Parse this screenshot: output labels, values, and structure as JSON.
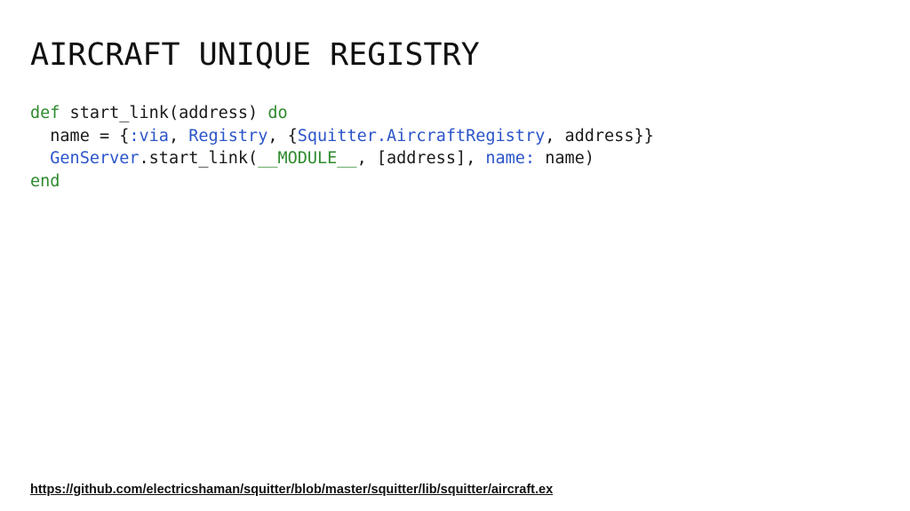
{
  "slide": {
    "title": "AIRCRAFT UNIQUE REGISTRY",
    "code_lines": [
      {
        "tokens": [
          {
            "text": "def",
            "kind": "kw"
          },
          {
            "text": " start_link(address) ",
            "kind": "plain"
          },
          {
            "text": "do",
            "kind": "kw"
          }
        ]
      },
      {
        "tokens": [
          {
            "text": "  name = {",
            "kind": "plain"
          },
          {
            "text": ":via",
            "kind": "atom"
          },
          {
            "text": ", ",
            "kind": "plain"
          },
          {
            "text": "Registry",
            "kind": "mod"
          },
          {
            "text": ", {",
            "kind": "plain"
          },
          {
            "text": "Squitter.AircraftRegistry",
            "kind": "mod"
          },
          {
            "text": ", address}}",
            "kind": "plain"
          }
        ]
      },
      {
        "tokens": [
          {
            "text": "  ",
            "kind": "plain"
          },
          {
            "text": "GenServer",
            "kind": "mod"
          },
          {
            "text": ".start_link(",
            "kind": "plain"
          },
          {
            "text": "__MODULE__",
            "kind": "special"
          },
          {
            "text": ", [address], ",
            "kind": "plain"
          },
          {
            "text": "name:",
            "kind": "atom"
          },
          {
            "text": " name)",
            "kind": "plain"
          }
        ]
      },
      {
        "tokens": [
          {
            "text": "end",
            "kind": "kw"
          }
        ]
      }
    ],
    "footer_link": "https://github.com/electricshaman/squitter/blob/master/squitter/lib/squitter/aircraft.ex"
  },
  "colors": {
    "keyword": "#2e8b2e",
    "module": "#2b55c9",
    "atom": "#2b55c9",
    "text": "#1a1a1a",
    "background": "#ffffff"
  }
}
